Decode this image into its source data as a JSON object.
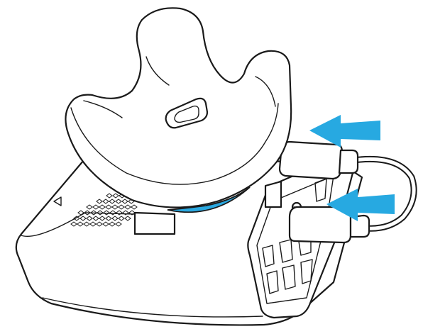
{
  "illustration": {
    "subject": "tracker-on-dock-with-usb-cable",
    "colors": {
      "outline": "#1a1a1a",
      "fill": "#ffffff",
      "accent_blue": "#2aa8e0",
      "arrow_blue": "#27a9e1"
    },
    "arrows": [
      {
        "direction": "left"
      },
      {
        "direction": "left"
      }
    ]
  }
}
